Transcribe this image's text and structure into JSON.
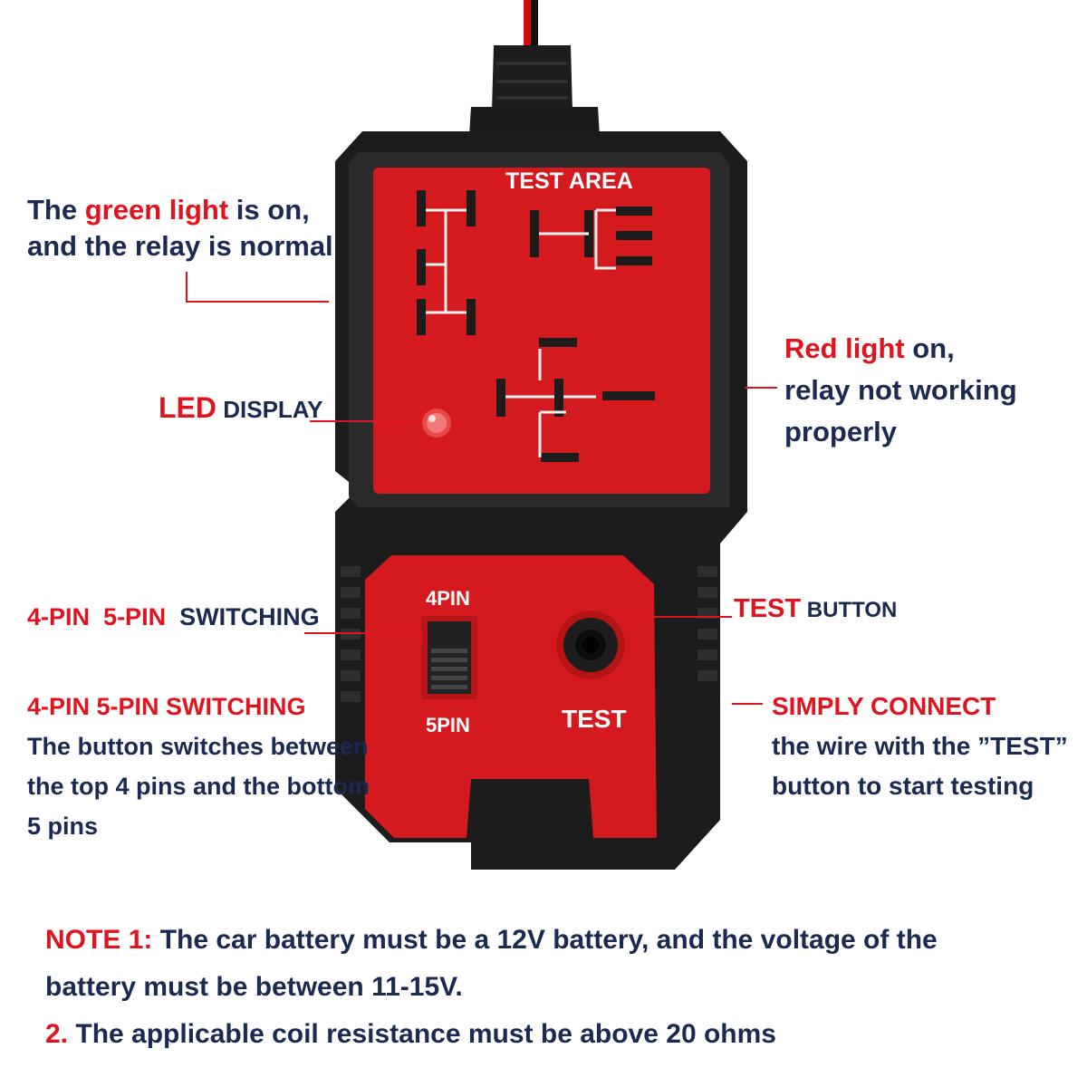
{
  "device": {
    "test_area_label": "TEST AREA",
    "pin4_label": "4PIN",
    "pin5_label": "5PIN",
    "test_label": "TEST"
  },
  "callouts": {
    "green_light": {
      "line1_prefix": "The ",
      "line1_highlight": "green light",
      "line1_suffix": " is on,",
      "line2": "and the relay is normal"
    },
    "led_display": {
      "highlight": "LED",
      "rest": " DISPLAY"
    },
    "red_light": {
      "line1_highlight": "Red light",
      "line1_suffix": " on,",
      "line2": "relay not working",
      "line3": "properly"
    },
    "switching_top": {
      "part1": "4-PIN",
      "part2": "5-PIN",
      "part3": "SWITCHING"
    },
    "test_button": {
      "highlight": "TEST",
      "rest": " BUTTON"
    },
    "switching_desc": {
      "title": "4-PIN  5-PIN  SWITCHING",
      "line1": "The button switches between",
      "line2": "the top 4 pins and the bottom",
      "line3": "5 pins"
    },
    "simply_connect": {
      "title": "SIMPLY CONNECT",
      "line1": "the wire with the ”TEST”",
      "line2": "button to start testing"
    }
  },
  "notes": {
    "note1_label": "NOTE 1:",
    "note1_line1": " The car battery must be a 12V battery, and the voltage of the",
    "note1_line2": "battery must be between 11-15V.",
    "note2_label": "2.",
    "note2_text": " The applicable coil resistance must be above 20 ohms"
  },
  "colors": {
    "accent_red": "#e0141e",
    "navy_text": "#1b2a52",
    "device_red": "#d41a1f",
    "device_black": "#1a1a1a"
  }
}
